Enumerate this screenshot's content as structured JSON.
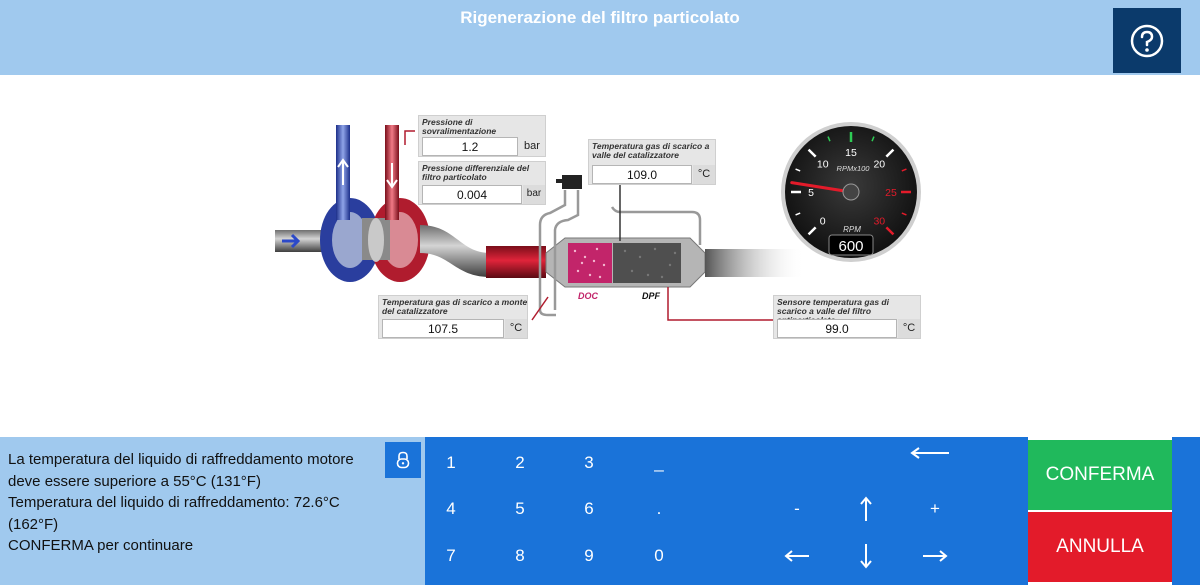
{
  "header": {
    "title": "Rigenerazione del filtro particolato",
    "help_icon": "question-circle-icon"
  },
  "readouts": {
    "boost_pressure": {
      "label": "Pressione di sovralimentazione",
      "value": "1.2",
      "unit": "bar"
    },
    "diff_pressure": {
      "label": "Pressione differenziale del filtro  particolato",
      "value": "0.004",
      "unit": "bar"
    },
    "cat_out_temp": {
      "label": "Temperatura gas di scarico a valle  del catalizzatore",
      "value": "109.0",
      "unit": "°C"
    },
    "cat_in_temp": {
      "label": "Temperatura gas di scarico a monte del  catalizzatore",
      "value": "107.5",
      "unit": "°C"
    },
    "dpf_out_temp": {
      "label": "Sensore temperatura gas di scarico a  valle del filtro antiparticolato",
      "value": "99.0",
      "unit": "°C"
    }
  },
  "diagram_labels": {
    "doc": "DOC",
    "dpf": "DPF"
  },
  "gauge": {
    "ticks": [
      "0",
      "5",
      "10",
      "15",
      "20",
      "25",
      "30"
    ],
    "scale_label": "RPMx100",
    "rpm_label": "RPM",
    "rpm_value": "600",
    "needle_value": 6
  },
  "info": {
    "lines": [
      "La temperatura del liquido di raffreddamento motore deve essere superiore a 55°C (131°F)",
      "Temperatura del liquido di raffreddamento: 72.6°C (162°F)",
      "CONFERMA per continuare"
    ],
    "lock_icon": "lock-icon"
  },
  "keypad": {
    "keys": [
      "1",
      "2",
      "3",
      "_",
      "4",
      "5",
      "6",
      ".",
      "7",
      "8",
      "9",
      "0"
    ],
    "minus": "-",
    "plus": "+"
  },
  "buttons": {
    "confirm": "CONFERMA",
    "cancel": "ANNULLA"
  },
  "colors": {
    "header_bg": "#a0c9ee",
    "keypad_bg": "#1a73d9",
    "confirm": "#20b95c",
    "cancel": "#e31b2a",
    "help_bg": "#0b3a6b"
  }
}
